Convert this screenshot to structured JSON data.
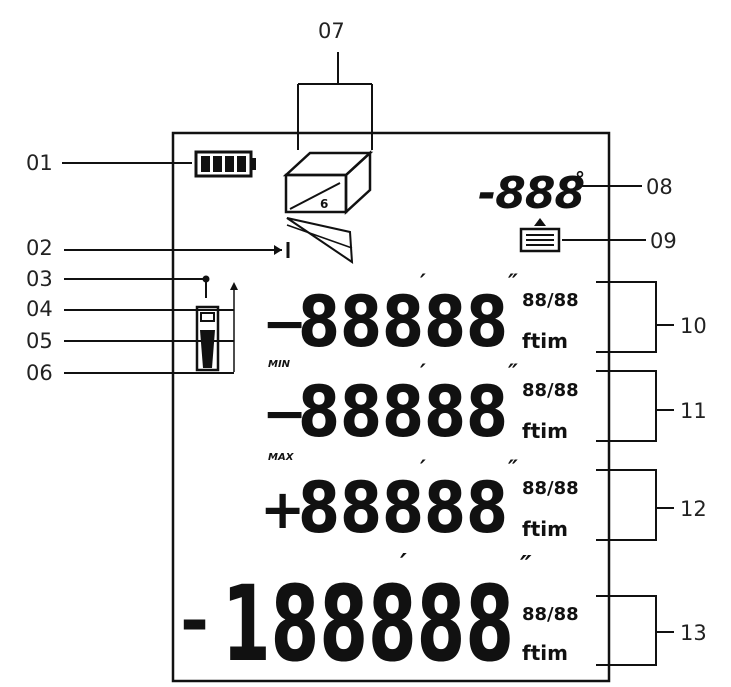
{
  "callouts": {
    "c01": "01",
    "c02": "02",
    "c03": "03",
    "c04": "04",
    "c05": "05",
    "c06": "06",
    "c07": "07",
    "c08": "08",
    "c09": "09",
    "c10": "10",
    "c11": "11",
    "c12": "12",
    "c13": "13"
  },
  "display": {
    "angle_value": "-888",
    "angle_unit": "°",
    "rows": [
      {
        "sign": "−",
        "label": "",
        "digits": "88888",
        "unit_top": "88/88",
        "unit_bottom": "ftim",
        "prime": "′",
        "dprime": "″"
      },
      {
        "sign": "−",
        "label": "MIN",
        "digits": "88888",
        "unit_top": "88/88",
        "unit_bottom": "ftim",
        "prime": "′",
        "dprime": "″"
      },
      {
        "sign": "+",
        "label": "MAX",
        "digits": "88888",
        "unit_top": "88/88",
        "unit_bottom": "ftim",
        "prime": "′",
        "dprime": "″"
      },
      {
        "sign": "-",
        "label": "",
        "digits": "188888",
        "unit_top": "88/88",
        "unit_bottom": "ftim",
        "prime": "′",
        "dprime": "″"
      }
    ]
  },
  "icons": {
    "battery": "battery-icon",
    "measure_mode": "measure-mode-icon",
    "reference": "reference-point-icon",
    "memory": "memory-stack-icon",
    "range": "range-arrow-icon"
  }
}
